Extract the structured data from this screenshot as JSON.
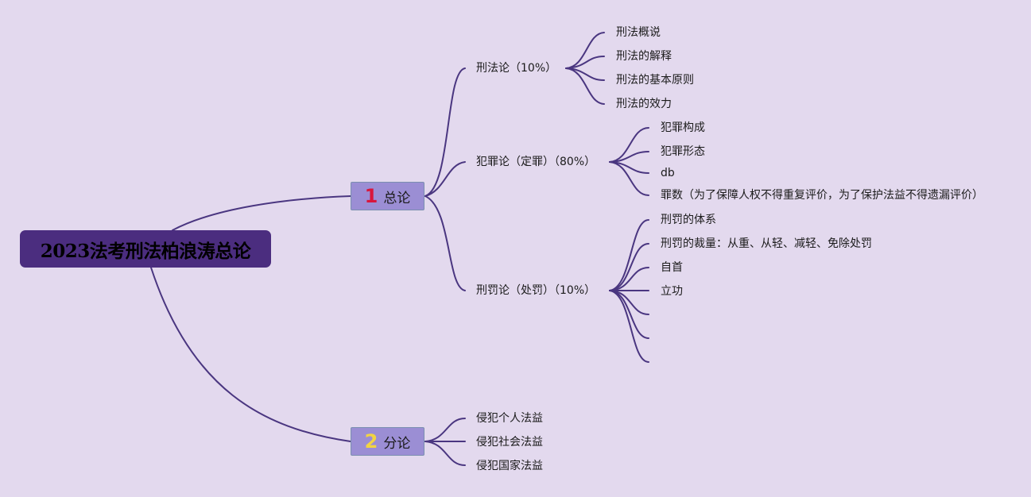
{
  "root": {
    "label": "2023法考刑法柏浪涛总论"
  },
  "branches": [
    {
      "num": "1",
      "label": "总论",
      "num_color": "#d8163c",
      "children": [
        {
          "label": "刑法论（10%）",
          "children": [
            "刑法概说",
            "刑法的解释",
            "刑法的基本原则",
            "刑法的效力"
          ]
        },
        {
          "label": "犯罪论（定罪）（80%）",
          "children": [
            "犯罪构成",
            "犯罪形态",
            "db",
            "罪数（为了保障人权不得重复评价，为了保护法益不得遗漏评价）"
          ]
        },
        {
          "label": "刑罚论（处罚）（10%）",
          "children": [
            "刑罚的体系",
            "刑罚的裁量：从重、从轻、减轻、免除处罚",
            "自首",
            "立功",
            "",
            "",
            ""
          ]
        }
      ]
    },
    {
      "num": "2",
      "label": "分论",
      "num_color": "#f2d442",
      "children": [
        {
          "label": "侵犯个人法益",
          "children": []
        },
        {
          "label": "侵犯社会法益",
          "children": []
        },
        {
          "label": "侵犯国家法益",
          "children": []
        }
      ]
    }
  ],
  "colors": {
    "background": "#e3d9ee",
    "root_fill": "#4b2d7f",
    "node_fill": "#9b8ed4",
    "line": "#4a3680"
  }
}
